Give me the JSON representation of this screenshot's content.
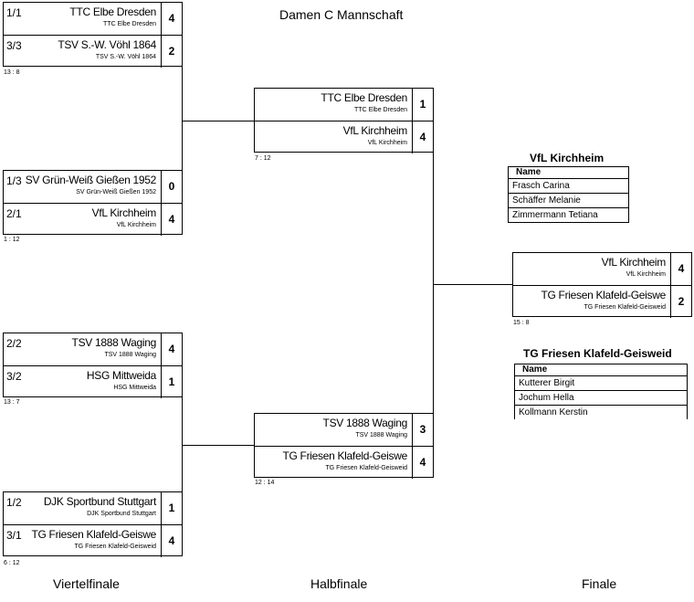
{
  "title": "Damen C  Mannschaft",
  "rounds": [
    "Viertelfinale",
    "Halbfinale",
    "Finale"
  ],
  "quarterfinals": [
    {
      "teams": [
        {
          "seed": "1/1",
          "name": "TTC Elbe Dresden",
          "sub": "TTC Elbe Dresden",
          "score": "4"
        },
        {
          "seed": "3/3",
          "name": "TSV S.-W. Vöhl 1864",
          "sub": "TSV S.-W. Vöhl 1864",
          "score": "2"
        }
      ],
      "result": "13 : 8"
    },
    {
      "teams": [
        {
          "seed": "1/3",
          "name": "SV Grün-Weiß Gießen 1952",
          "sub": "SV Grün-Weiß Gießen 1952",
          "score": "0"
        },
        {
          "seed": "2/1",
          "name": "VfL Kirchheim",
          "sub": "VfL Kirchheim",
          "score": "4"
        }
      ],
      "result": "1 : 12"
    },
    {
      "teams": [
        {
          "seed": "2/2",
          "name": "TSV 1888 Waging",
          "sub": "TSV 1888 Waging",
          "score": "4"
        },
        {
          "seed": "3/2",
          "name": "HSG Mittweida",
          "sub": "HSG Mittweida",
          "score": "1"
        }
      ],
      "result": "13 : 7"
    },
    {
      "teams": [
        {
          "seed": "1/2",
          "name": "DJK Sportbund Stuttgart",
          "sub": "DJK Sportbund Stuttgart",
          "score": "1"
        },
        {
          "seed": "3/1",
          "name": "TG Friesen Klafeld-Geiswe",
          "sub": "TG Friesen Klafeld-Geisweid",
          "score": "4"
        }
      ],
      "result": "6 : 12"
    }
  ],
  "semifinals": [
    {
      "teams": [
        {
          "name": "TTC Elbe Dresden",
          "sub": "TTC Elbe Dresden",
          "score": "1"
        },
        {
          "name": "VfL Kirchheim",
          "sub": "VfL Kirchheim",
          "score": "4"
        }
      ],
      "result": "7 : 12"
    },
    {
      "teams": [
        {
          "name": "TSV 1888 Waging",
          "sub": "TSV 1888 Waging",
          "score": "3"
        },
        {
          "name": "TG Friesen Klafeld-Geiswe",
          "sub": "TG Friesen Klafeld-Geisweid",
          "score": "4"
        }
      ],
      "result": "12 : 14"
    }
  ],
  "final": {
    "teams": [
      {
        "name": "VfL Kirchheim",
        "sub": "VfL Kirchheim",
        "score": "4"
      },
      {
        "name": "TG Friesen Klafeld-Geiswe",
        "sub": "TG Friesen Klafeld-Geisweid",
        "score": "2"
      }
    ],
    "result": "15 : 8"
  },
  "rosters": [
    {
      "title": "VfL Kirchheim",
      "header": "Name",
      "players": [
        "Frasch Carina",
        "Schäffer Melanie",
        "Zimmermann Tetiana"
      ]
    },
    {
      "title": "TG Friesen Klafeld-Geisweid",
      "header": "Name",
      "players": [
        "Kutterer Birgit",
        "Jochum Hella",
        "Kollmann Kerstin"
      ]
    }
  ]
}
